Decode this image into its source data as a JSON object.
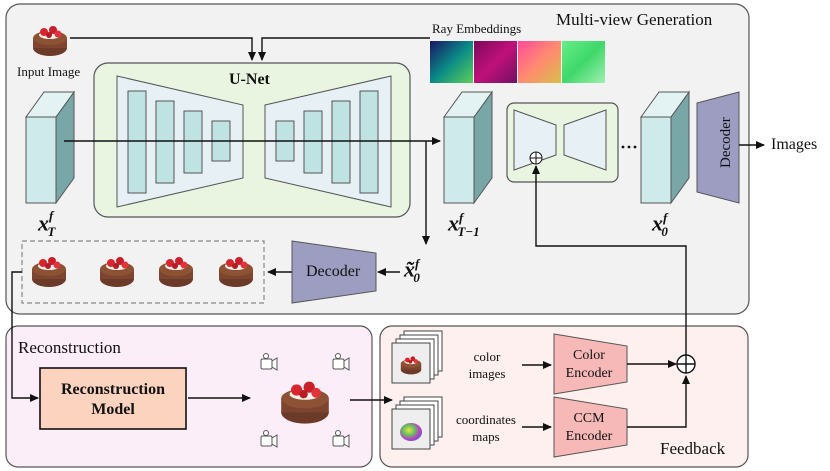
{
  "panels": {
    "multiview_title": "Multi-view Generation",
    "reconstruction_title": "Reconstruction",
    "feedback_title": "Feedback"
  },
  "labels": {
    "input_image": "Input Image",
    "ray_embeddings": "Ray Embeddings",
    "unet": "U-Net",
    "decoder_main": "Decoder",
    "decoder_preview": "Decoder",
    "images_output": "Images",
    "reconstruction_model_line1": "Reconstruction",
    "reconstruction_model_line2": "Model",
    "color_images_line1": "color",
    "color_images_line2": "images",
    "coordinates_maps_line1": "coordinates",
    "coordinates_maps_line2": "maps",
    "color_encoder_line1": "Color",
    "color_encoder_line2": "Encoder",
    "ccm_encoder_line1": "CCM",
    "ccm_encoder_line2": "Encoder",
    "ellipsis": "···",
    "plus": "+"
  },
  "latents": {
    "xT": {
      "base": "x",
      "sup": "f",
      "sub": "T"
    },
    "xT1": {
      "base": "x",
      "sup": "f",
      "sub": "T−1"
    },
    "x0": {
      "base": "x",
      "sup": "f",
      "sub": "0"
    },
    "x0_tilde": {
      "base": "x̃",
      "sup": "f",
      "sub": "0"
    }
  },
  "colors": {
    "panel_gray": "#f2f2f2",
    "panel_pink": "#fbeef8",
    "panel_feedback": "#fdf0ee",
    "unet_green": "#e9f5e1",
    "tensor_face": "#cfeaea",
    "tensor_side": "#79a7a7",
    "decoder_purple": "#9d9dc2",
    "recon_orange": "#fbd3bf",
    "encoder_pink": "#f7b8b8"
  }
}
